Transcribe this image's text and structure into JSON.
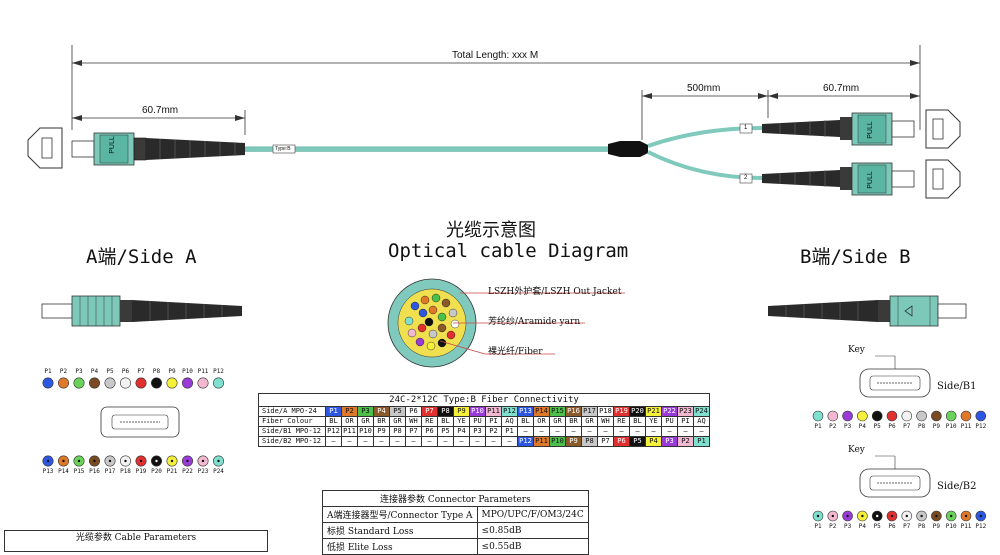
{
  "dimensions": {
    "total_length": "Total Length: xxx M",
    "side_a_length": "60.7mm",
    "breakout_length": "500mm",
    "side_b_length": "60.7mm"
  },
  "cable_labels": {
    "type_tag": "Type:B",
    "leg1": "1",
    "leg2": "2",
    "pull_text": "PULL"
  },
  "titles": {
    "side_a": "A端/Side A",
    "side_b": "B端/Side B",
    "diagram_cn": "光缆示意图",
    "diagram_en": "Optical cable Diagram"
  },
  "cross_section": {
    "jacket": "LSZH外护套/LSZH Out Jacket",
    "aramid": "芳纶纱/Aramide yarn",
    "fiber": "裸光纤/Fiber"
  },
  "side_a_pins": {
    "top_labels": [
      "P1",
      "P2",
      "P3",
      "P4",
      "P5",
      "P6",
      "P7",
      "P8",
      "P9",
      "P10",
      "P11",
      "P12"
    ],
    "top_colors": [
      "#2d57e0",
      "#e0782a",
      "#6ad25a",
      "#7a4a22",
      "#c8c8c8",
      "#f2f2f2",
      "#e03030",
      "#111111",
      "#f5f03a",
      "#9a3ad8",
      "#f2b8d0",
      "#7fe0d0"
    ],
    "bottom_labels": [
      "P13",
      "P14",
      "P15",
      "P16",
      "P17",
      "P18",
      "P19",
      "P20",
      "P21",
      "P22",
      "P23",
      "P24"
    ],
    "bottom_colors": [
      "#2d57e0",
      "#e0782a",
      "#6ad25a",
      "#7a4a22",
      "#c8c8c8",
      "#f2f2f2",
      "#e03030",
      "#111111",
      "#f5f03a",
      "#9a3ad8",
      "#f2b8d0",
      "#7fe0d0"
    ]
  },
  "side_b1": {
    "key": "Key",
    "label": "Side/B1",
    "pin_labels": [
      "P1",
      "P2",
      "P3",
      "P4",
      "P5",
      "P6",
      "P7",
      "P8",
      "P9",
      "P10",
      "P11",
      "P12"
    ],
    "pin_colors": [
      "#7fe0d0",
      "#f2b8d0",
      "#9a3ad8",
      "#f5f03a",
      "#111111",
      "#e03030",
      "#f2f2f2",
      "#c8c8c8",
      "#7a4a22",
      "#6ad25a",
      "#e0782a",
      "#2d57e0"
    ]
  },
  "side_b2": {
    "key": "Key",
    "label": "Side/B2",
    "pin_labels": [
      "P1",
      "P2",
      "P3",
      "P4",
      "P5",
      "P6",
      "P7",
      "P8",
      "P9",
      "P10",
      "P11",
      "P12"
    ],
    "pin_colors": [
      "#7fe0d0",
      "#f2b8d0",
      "#9a3ad8",
      "#f5f03a",
      "#111111",
      "#e03030",
      "#f2f2f2",
      "#c8c8c8",
      "#7a4a22",
      "#6ad25a",
      "#e0782a",
      "#2d57e0"
    ]
  },
  "connectivity": {
    "title": "24C-2*12C Type:B Fiber Connectivity",
    "rows": [
      {
        "head": "Side/A MPO-24",
        "cells": [
          "P1",
          "P2",
          "P3",
          "P4",
          "P5",
          "P6",
          "P7",
          "P8",
          "P9",
          "P10",
          "P11",
          "P12",
          "P13",
          "P14",
          "P15",
          "P16",
          "P17",
          "P18",
          "P19",
          "P20",
          "P21",
          "P22",
          "P23",
          "P24"
        ]
      },
      {
        "head": "Fiber Colour",
        "cells": [
          "BL",
          "OR",
          "GR",
          "BR",
          "GR",
          "WH",
          "RE",
          "BL",
          "YE",
          "PU",
          "PI",
          "AQ",
          "BL",
          "OR",
          "GR",
          "BR",
          "GR",
          "WH",
          "RE",
          "BL",
          "YE",
          "PU",
          "PI",
          "AQ"
        ]
      },
      {
        "head": "Side/B1 MPO-12",
        "cells": [
          "P12",
          "P11",
          "P10",
          "P9",
          "P8",
          "P7",
          "P6",
          "P5",
          "P4",
          "P3",
          "P2",
          "P1",
          "—",
          "—",
          "—",
          "—",
          "—",
          "—",
          "—",
          "—",
          "—",
          "—",
          "—",
          "—"
        ]
      },
      {
        "head": "Side/B2 MPO-12",
        "cells": [
          "—",
          "—",
          "—",
          "—",
          "—",
          "—",
          "—",
          "—",
          "—",
          "—",
          "—",
          "—",
          "P12",
          "P11",
          "P10",
          "P9",
          "P8",
          "P7",
          "P6",
          "P5",
          "P4",
          "P3",
          "P2",
          "P1"
        ]
      }
    ],
    "colors": [
      "#2d57e0",
      "#e0782a",
      "#4cc04a",
      "#8a5a2a",
      "#c8c8c8",
      "#ffffff",
      "#e03030",
      "#111111",
      "#f5f03a",
      "#9a3ad8",
      "#f2b8d0",
      "#7fe0d0"
    ]
  },
  "connector_params": {
    "title": "连接器参数 Connector Parameters",
    "rows": [
      {
        "k": "A端连接器型号/Connector Type A",
        "v": "MPO/UPC/F/OM3/24C"
      },
      {
        "k": "标损 Standard Loss",
        "v": "≤0.85dB"
      },
      {
        "k": "低损 Elite Loss",
        "v": "≤0.55dB"
      }
    ]
  },
  "cable_params": {
    "title": "光缆参数 Cable Parameters"
  }
}
